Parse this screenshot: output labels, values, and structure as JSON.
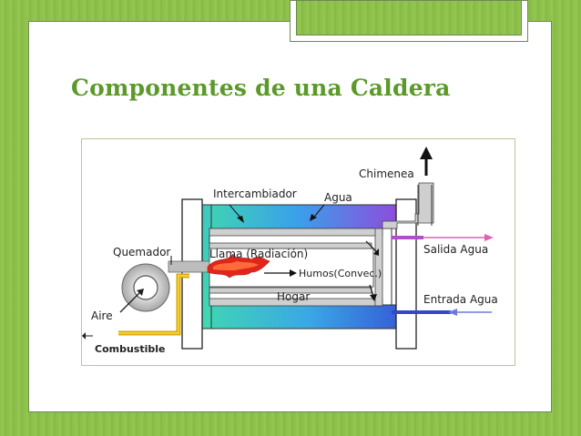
{
  "slide": {
    "title": "Componentes de una Caldera"
  },
  "diagram": {
    "labels": {
      "chimenea": "Chimenea",
      "intercambiador": "Intercambiador",
      "agua": "Agua",
      "quemador": "Quemador",
      "llama": "Llama (Radiación)",
      "humos": "Humos(Convec.)",
      "hogar": "Hogar",
      "salida_agua": "Salida Agua",
      "entrada_agua": "Entrada Agua",
      "aire": "Aire",
      "combustible": "Combustible"
    },
    "colors": {
      "water_hot": "#8a4fd8",
      "water_mid": "#3e8fe8",
      "water_cool": "#42d6b0",
      "outlet_arrow": "#e060b8",
      "inlet_arrow": "#6e78e0",
      "fuel_line": "#e0b818",
      "flame": "#e0261a",
      "gas_path": "#cfcfcf"
    }
  }
}
